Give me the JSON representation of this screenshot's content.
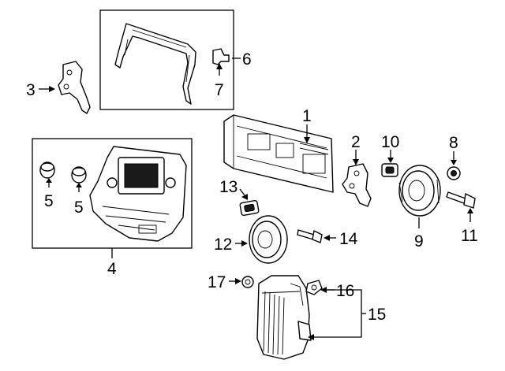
{
  "callouts": {
    "c1": "1",
    "c2": "2",
    "c3": "3",
    "c4": "4",
    "c5a": "5",
    "c5b": "5",
    "c6": "6",
    "c7": "7",
    "c8": "8",
    "c9": "9",
    "c10": "10",
    "c11": "11",
    "c12": "12",
    "c13": "13",
    "c14": "14",
    "c15": "15",
    "c16": "16",
    "c17": "17"
  }
}
